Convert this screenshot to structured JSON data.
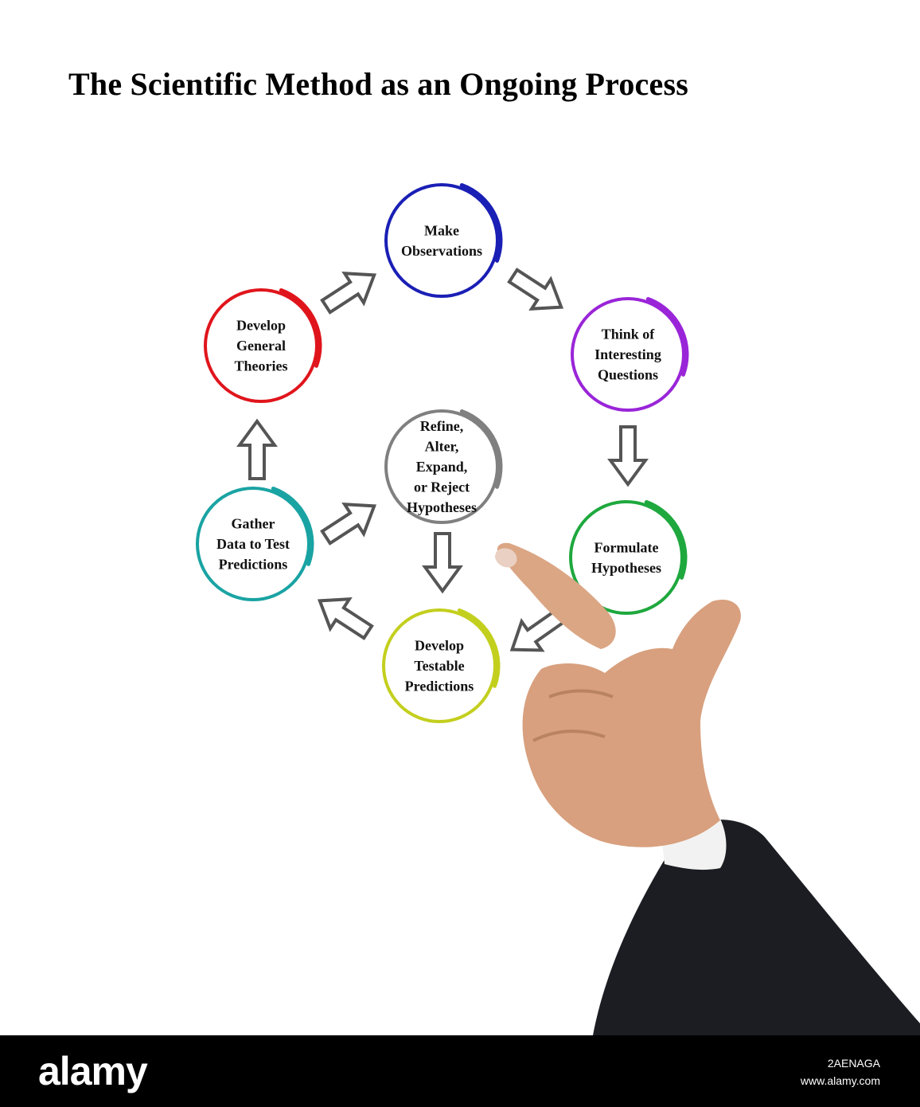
{
  "title": "The Scientific Method as an Ongoing Process",
  "nodes": [
    {
      "id": "make-observations",
      "lines": [
        "Make",
        "Observations"
      ],
      "color": "#1a1fb5"
    },
    {
      "id": "think-questions",
      "lines": [
        "Think of",
        "Interesting",
        "Questions"
      ],
      "color": "#9a25d8"
    },
    {
      "id": "formulate-hypotheses",
      "lines": [
        "Formulate",
        "Hypotheses"
      ],
      "color": "#1fa83e"
    },
    {
      "id": "develop-predictions",
      "lines": [
        "Develop",
        "Testable",
        "Predictions"
      ],
      "color": "#c3cf1d"
    },
    {
      "id": "gather-data",
      "lines": [
        "Gather",
        "Data to Test",
        "Predictions"
      ],
      "color": "#1aa3a3"
    },
    {
      "id": "develop-theories",
      "lines": [
        "Develop",
        "General",
        "Theories"
      ],
      "color": "#e0151c"
    },
    {
      "id": "refine-hypotheses",
      "lines": [
        "Refine,",
        "Alter,",
        "Expand,",
        "or Reject",
        "Hypotheses"
      ],
      "color": "#808080"
    }
  ],
  "arrow_color": "#555555",
  "hand_icon": "pointing-hand-icon",
  "footer": {
    "logo": "alamy",
    "image_id": "2AENAGA",
    "url": "www.alamy.com"
  }
}
